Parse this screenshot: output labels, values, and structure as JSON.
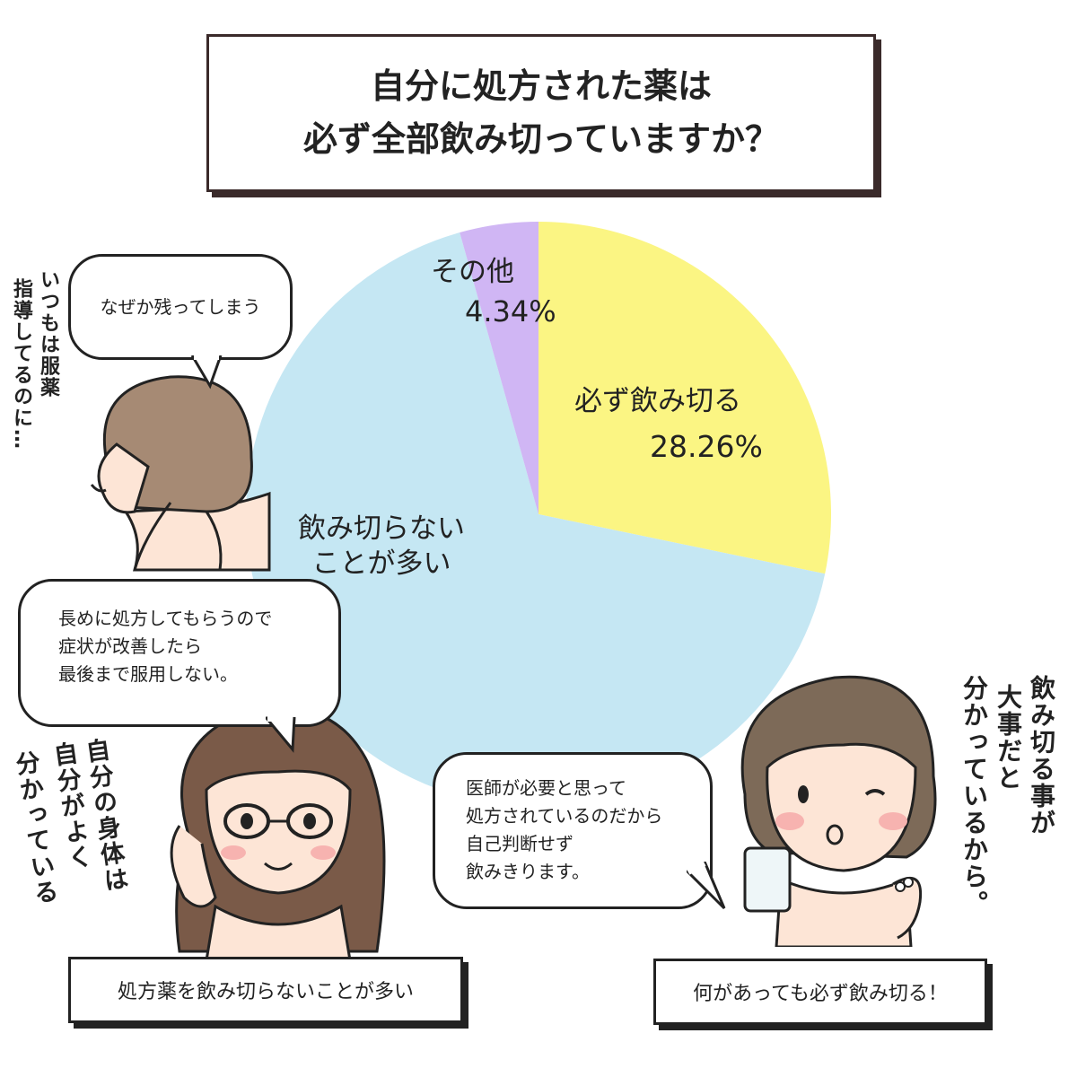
{
  "title": {
    "line1": "自分に処方された薬は",
    "line2": "必ず全部飲み切っていますか？"
  },
  "chart_data": {
    "type": "pie",
    "title": "自分に処方された薬は 必ず全部飲み切っていますか？",
    "slices": [
      {
        "label": "必ず飲み切る",
        "value": 28.26,
        "value_label": "28.26%",
        "color": "#fbf583"
      },
      {
        "label_lines": [
          "飲み切らない",
          "ことが多い"
        ],
        "value": 67.4,
        "color": "#c5e7f3"
      },
      {
        "label": "その他",
        "value": 4.34,
        "value_label": "4.34%",
        "color": "#d0b6f4"
      }
    ],
    "start_angle_deg": 0,
    "direction": "clockwise",
    "legend": "none"
  },
  "bubbles": {
    "top_left": "なぜか残ってしまう",
    "middle_left": [
      "長めに処方してもらうので",
      "症状が改善したら",
      "最後まで服用しない。"
    ],
    "bottom_right": [
      "医師が必要と思って",
      "処方されているのだから",
      "自己判断せず",
      "飲みきります。"
    ]
  },
  "vertical_notes": {
    "top_left": [
      "いつもは服薬",
      "指導してるのに…"
    ],
    "bottom_left": [
      "自分の身体は",
      "自分がよく",
      "分かっている"
    ],
    "right": [
      "飲み切る事が",
      "大事だと",
      "分かっているから。"
    ]
  },
  "captions": {
    "left": "処方薬を飲み切らないことが多い",
    "right": "何があっても必ず飲み切る！"
  },
  "colors": {
    "border": "#222222",
    "hair_left": "#a68a74",
    "hair_middle": "#7a5a48",
    "hair_right": "#7d6a58",
    "skin": "#fde5d6",
    "cheek": "#f7b3b0"
  }
}
